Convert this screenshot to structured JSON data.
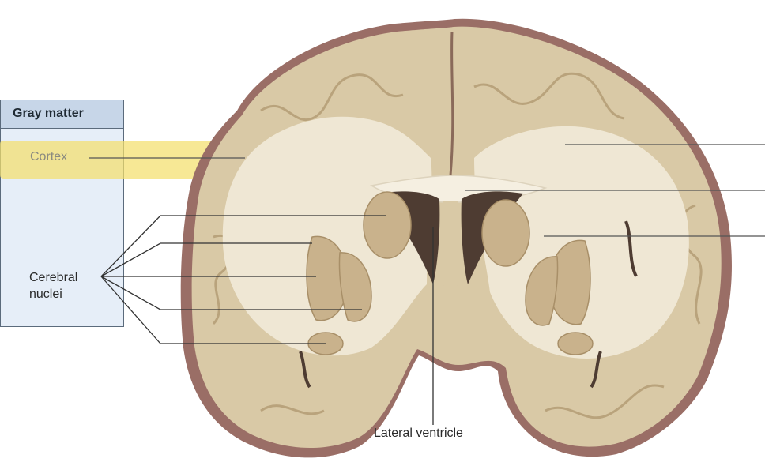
{
  "key_panel": {
    "header": "Gray matter",
    "cortex_label": "Cortex",
    "nuclei_label_line1": "Cerebral",
    "nuclei_label_line2": "nuclei"
  },
  "labels": {
    "lateral_ventricle": "Lateral ventricle"
  },
  "colors": {
    "gray_matter": "#d9c9a6",
    "white_matter": "#efe7d4",
    "meninges": "#9a6e66",
    "ventricle": "#4e3c32",
    "highlight": "#f4df6c",
    "panel_bg": "#e6eef8",
    "panel_header": "#c7d6e8"
  }
}
